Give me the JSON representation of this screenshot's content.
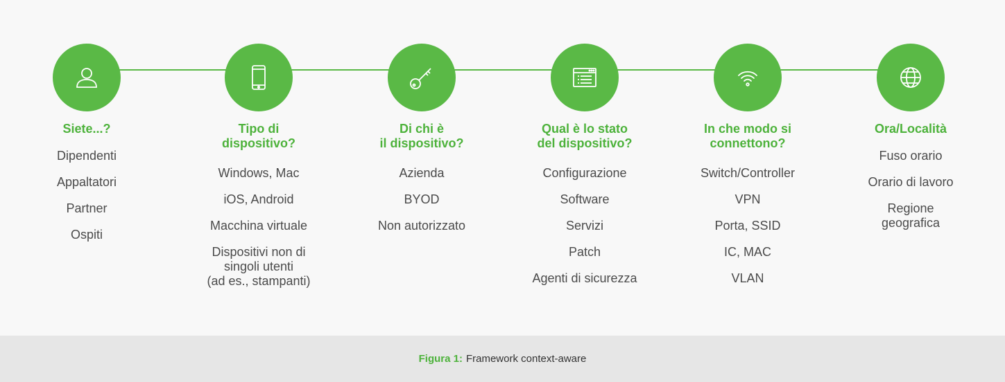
{
  "columns": [
    {
      "icon": "person-icon",
      "heading": "Siete...?",
      "items": [
        "Dipendenti",
        "Appaltatori",
        "Partner",
        "Ospiti"
      ]
    },
    {
      "icon": "smartphone-icon",
      "heading": "Tipo di\ndispositivo?",
      "items": [
        "Windows, Mac",
        "iOS, Android",
        "Macchina virtuale",
        "Dispositivi non di\nsingoli utenti\n(ad es., stampanti)"
      ]
    },
    {
      "icon": "key-icon",
      "heading": "Di chi è\nil dispositivo?",
      "items": [
        "Azienda",
        "BYOD",
        "Non autorizzato"
      ]
    },
    {
      "icon": "browser-window-icon",
      "heading": "Qual è lo stato\ndel dispositivo?",
      "items": [
        "Configurazione",
        "Software",
        "Servizi",
        "Patch",
        "Agenti di sicurezza"
      ]
    },
    {
      "icon": "wifi-icon",
      "heading": "In che modo si\nconnettono?",
      "items": [
        "Switch/Controller",
        "VPN",
        "Porta, SSID",
        "IC, MAC",
        "VLAN"
      ]
    },
    {
      "icon": "globe-icon",
      "heading": "Ora/Località",
      "items": [
        "Fuso orario",
        "Orario di lavoro",
        "Regione\ngeografica"
      ]
    }
  ],
  "caption": {
    "label": "Figura 1:",
    "text": "Framework context-aware"
  },
  "colors": {
    "accent": "#5ab946",
    "heading": "#4db23b",
    "text": "#4a4a4a",
    "footer_bg": "#e6e6e6"
  }
}
